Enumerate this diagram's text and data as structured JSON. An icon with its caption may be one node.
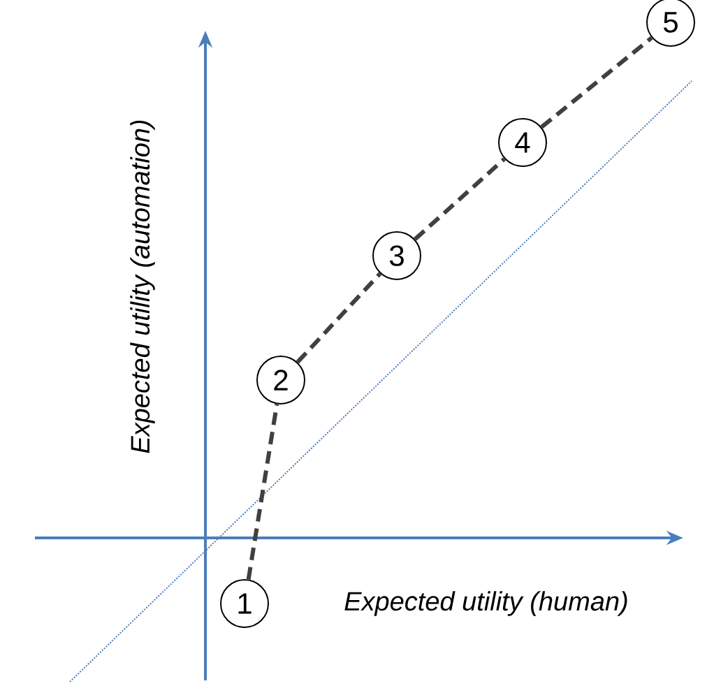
{
  "diagram": {
    "nodes": [
      {
        "text": [
          "1"
        ]
      },
      {
        "text": [
          "2"
        ]
      },
      {
        "text": [
          "3"
        ]
      },
      {
        "text": [
          "4"
        ]
      },
      {
        "text": [
          "5"
        ]
      }
    ],
    "edges": [
      {
        "from": 0,
        "to": 1,
        "arrow": "none",
        "style": "dashed"
      },
      {
        "from": 1,
        "to": 2,
        "arrow": "none",
        "style": "dashed"
      },
      {
        "from": 2,
        "to": 3,
        "arrow": "none",
        "style": "dashed"
      },
      {
        "from": 3,
        "to": 4,
        "arrow": "none",
        "style": "dashed"
      }
    ],
    "labels": [
      "Expected utility (automation)",
      "Expected utility (human)"
    ]
  }
}
